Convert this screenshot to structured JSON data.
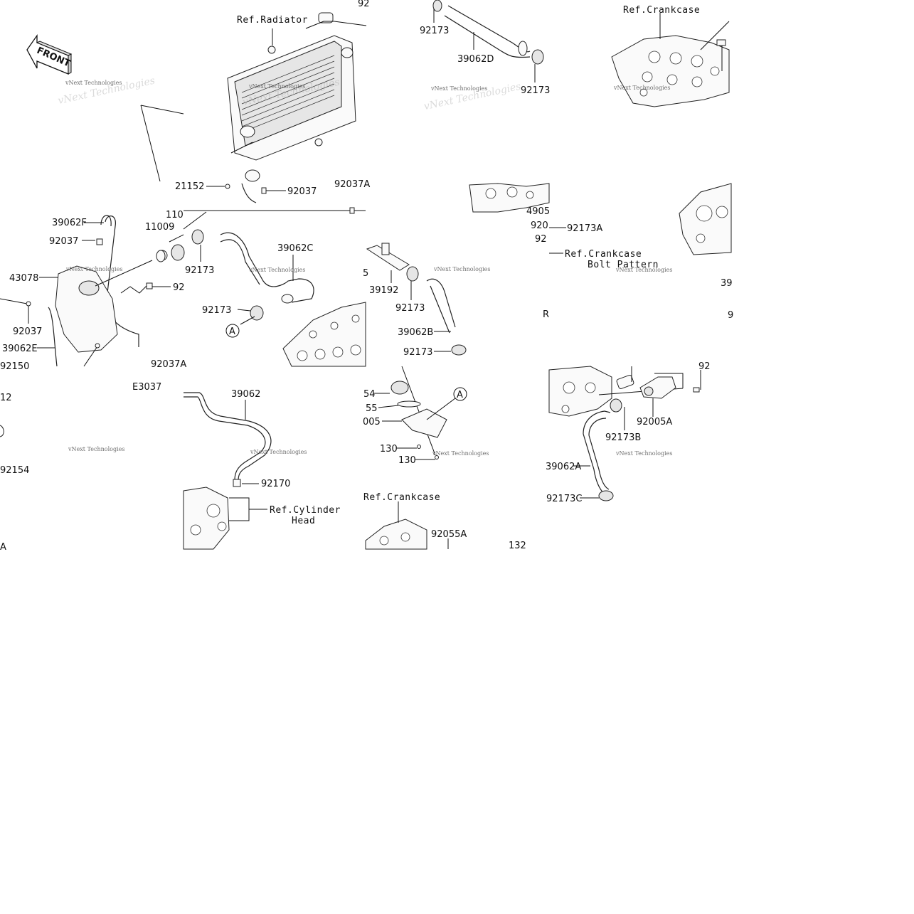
{
  "front_arrow": {
    "label": "FRONT"
  },
  "watermark": "vNext Technologies",
  "watermark_big": "vNext Technologies",
  "tiles": {
    "t1": {
      "labels": [
        "Ref.Radiator",
        "92",
        "21152",
        "92037",
        "92037A"
      ]
    },
    "t2": {
      "labels": [
        "92173",
        "39062D",
        "92173"
      ]
    },
    "t3": {
      "labels": [
        "Ref.Crankcase"
      ]
    },
    "t4": {
      "labels": [
        "39062F",
        "92037",
        "43078",
        "92037",
        "39062E",
        "92150",
        "110",
        "11009",
        "92173",
        "39062C",
        "92173",
        "A",
        "92",
        "92037A"
      ]
    },
    "t5": {
      "labels": [
        "39192",
        "92173",
        "39062B",
        "92173",
        "5"
      ]
    },
    "t6": {
      "labels": [
        "4905",
        "920",
        "92173A",
        "92",
        "Ref.Crankcase",
        "Bolt Pattern",
        "39",
        "R",
        "9"
      ]
    },
    "t7": {
      "labels": [
        "12",
        "E3037",
        "92154",
        "A"
      ]
    },
    "t8": {
      "labels": [
        "39062",
        "92170",
        "Ref.Cylinder",
        "Head"
      ]
    },
    "t9": {
      "labels": [
        "A",
        "54",
        "55",
        "005",
        "130",
        "130",
        "Ref.Crankcase",
        "92055A",
        "132"
      ]
    },
    "t10": {
      "labels": [
        "92005A",
        "92173B",
        "39062A",
        "92173C",
        "92"
      ]
    }
  }
}
